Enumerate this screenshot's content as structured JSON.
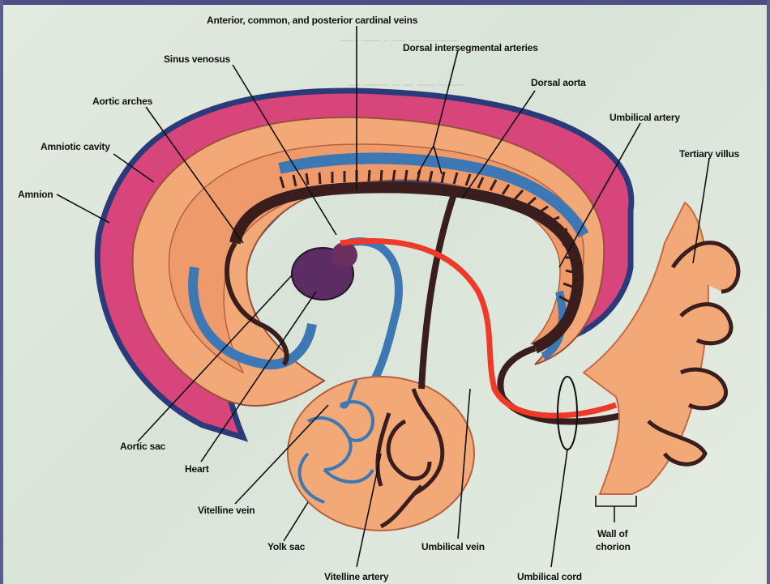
{
  "labels": {
    "cardinal_veins": "Anterior, common, and posterior cardinal veins",
    "sinus_venosus": "Sinus venosus",
    "dorsal_intersegmental_arteries": "Dorsal intersegmental arteries",
    "dorsal_aorta": "Dorsal aorta",
    "aortic_arches": "Aortic arches",
    "umbilical_artery": "Umbilical artery",
    "amniotic_cavity": "Amniotic cavity",
    "tertiary_villus": "Tertiary villus",
    "amnion": "Amnion",
    "aortic_sac": "Aortic sac",
    "heart": "Heart",
    "vitelline_vein": "Vitelline vein",
    "yolk_sac": "Yolk sac",
    "umbilical_vein": "Umbilical vein",
    "wall_of_chorion_line1": "Wall of",
    "wall_of_chorion_line2": "chorion",
    "vitelline_artery": "Vitelline artery",
    "umbilical_cord": "Umbilical cord"
  },
  "colors": {
    "amnion_outline": "#2b3b7a",
    "amniotic_fluid": "#d8457a",
    "embryo_tissue": "#f2a977",
    "inner_layer": "#ef9a6a",
    "arteries": "#3a1e1e",
    "veins_blue": "#3d78b4",
    "umbilical_vein_red": "#ef3a2a",
    "heart": "#5b2d63"
  }
}
